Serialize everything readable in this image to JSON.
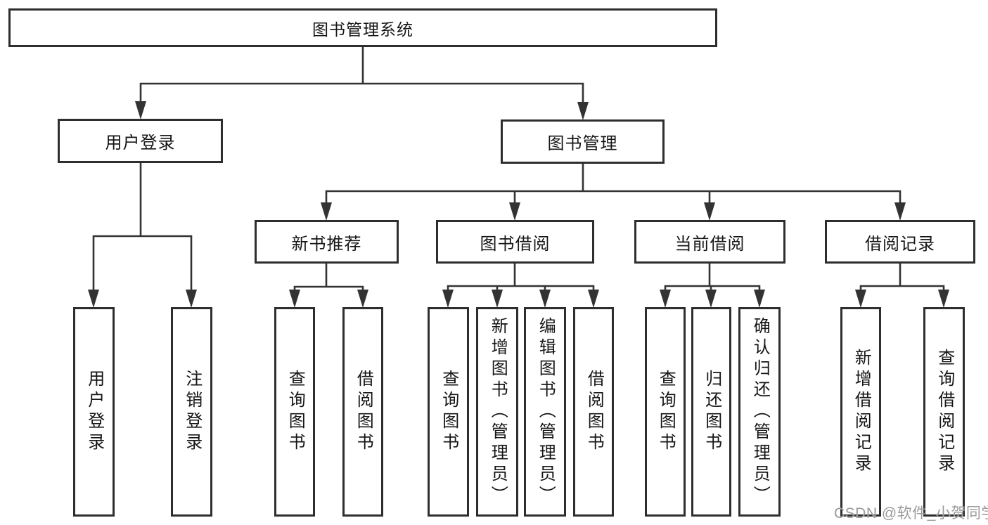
{
  "title": "图书管理系统",
  "watermark": "CSDN @软件_小贺同学",
  "colors": {
    "line": "#333333",
    "box_border": "#2e2e2e",
    "text": "#161616",
    "watermark": "#9a9a9a",
    "background": "#ffffff"
  },
  "tree": {
    "root": "图书管理系统",
    "children": [
      {
        "label": "用户登录",
        "children": [
          {
            "label": "用户登录"
          },
          {
            "label": "注销登录"
          }
        ]
      },
      {
        "label": "图书管理",
        "children": [
          {
            "label": "新书推荐",
            "children": [
              {
                "label": "查询图书"
              },
              {
                "label": "借阅图书"
              }
            ]
          },
          {
            "label": "图书借阅",
            "children": [
              {
                "label": "查询图书"
              },
              {
                "label": "新增图书（管理员）"
              },
              {
                "label": "编辑图书（管理员）"
              },
              {
                "label": "借阅图书"
              }
            ]
          },
          {
            "label": "当前借阅",
            "children": [
              {
                "label": "查询图书"
              },
              {
                "label": "归还图书"
              },
              {
                "label": "确认归还（管理员）"
              }
            ]
          },
          {
            "label": "借阅记录",
            "children": [
              {
                "label": "新增借阅记录"
              },
              {
                "label": "查询借阅记录"
              }
            ]
          }
        ]
      }
    ]
  }
}
